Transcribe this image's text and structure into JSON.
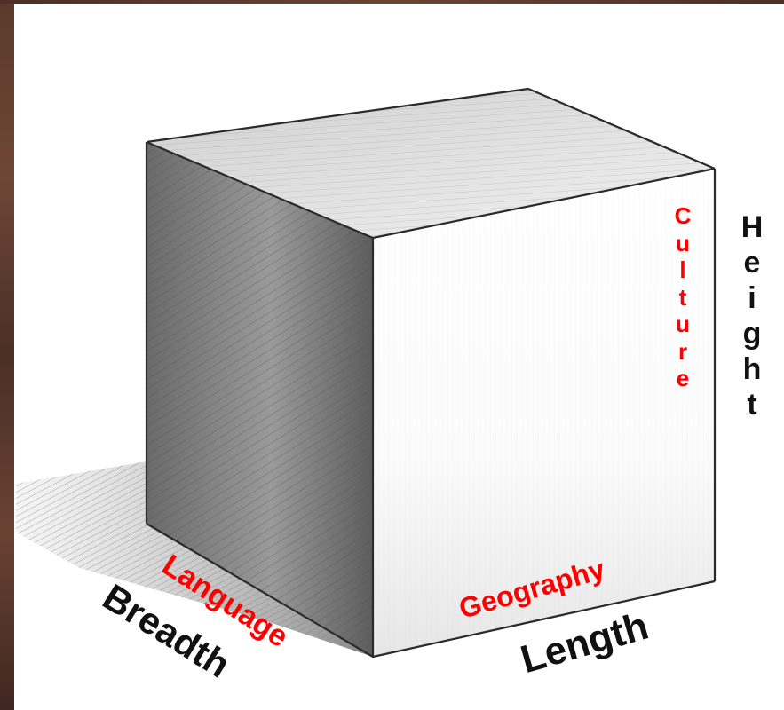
{
  "diagram": {
    "labels": {
      "culture": "Culture",
      "height": "Height",
      "language": "Language",
      "breadth": "Breadth",
      "geography": "Geography",
      "length": "Length"
    },
    "colors": {
      "red_label": "#ff0000",
      "black_label": "#111111",
      "border": "#5a3a2c"
    }
  }
}
